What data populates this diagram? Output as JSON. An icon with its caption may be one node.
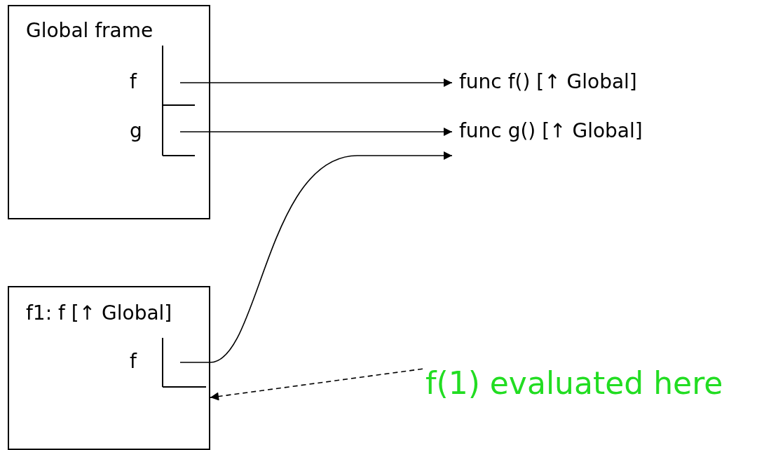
{
  "diagram": {
    "nodes": [
      {
        "text": [
          "Global frame"
        ]
      },
      {
        "text": [
          "f"
        ],
        "in": 0
      },
      {
        "text": [
          "g"
        ],
        "in": 0
      },
      {
        "text": [
          "func f() [↑ Global]"
        ]
      },
      {
        "text": [
          "func g() [↑ Global]"
        ]
      },
      {
        "text": [
          "f1: f [↑ Global]"
        ]
      },
      {
        "text": [
          "f"
        ],
        "in": 5
      },
      {
        "text": [
          "f(1) evaluated here"
        ]
      }
    ],
    "edges": [
      {
        "from": 1,
        "to": 3,
        "arrow": "to"
      },
      {
        "from": 2,
        "to": 4,
        "arrow": "to"
      },
      {
        "from": 6,
        "to": 4,
        "arrow": "to"
      },
      {
        "from": 7,
        "to": 5,
        "arrow": "to",
        "style": "dashed"
      }
    ]
  }
}
